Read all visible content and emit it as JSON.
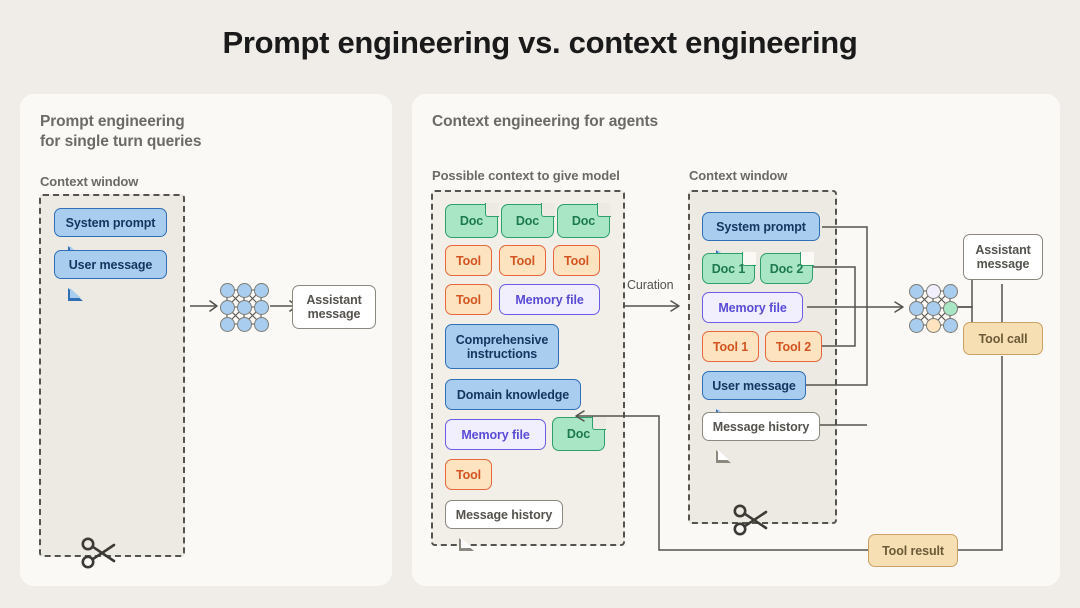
{
  "title": "Prompt engineering vs. context engineering",
  "colors": {
    "page_bg": "#f0ede8",
    "panel_bg": "#faf9f6",
    "dashed_border": "#55534d",
    "blue_fill": "#a9cdee",
    "blue_border": "#2f6fb5",
    "green_fill": "#a8e6c5",
    "green_border": "#2e9e6b",
    "orange_fill": "#fde3bf",
    "orange_border": "#e8663c",
    "purple_fill": "#f1effd",
    "purple_border": "#6b5ce7",
    "tan_fill": "#f7dfb4",
    "tan_border": "#c9a165",
    "wire": "#55534d"
  },
  "left_panel": {
    "title": "Prompt engineering\nfor single turn queries",
    "context_label": "Context window",
    "chips": [
      {
        "label": "System prompt",
        "style": "blue"
      },
      {
        "label": "User message",
        "style": "blue"
      }
    ],
    "output": {
      "label": "Assistant\nmessage",
      "style": "white"
    },
    "cut_icon": "scissors-icon"
  },
  "right_panel": {
    "title": "Context engineering for agents",
    "possible_context_label": "Possible context to give model",
    "context_window_label": "Context window",
    "curation_label": "Curation",
    "possible_context_chips": [
      {
        "label": "Doc",
        "style": "green"
      },
      {
        "label": "Doc",
        "style": "green"
      },
      {
        "label": "Doc",
        "style": "green"
      },
      {
        "label": "Tool",
        "style": "orange"
      },
      {
        "label": "Tool",
        "style": "orange"
      },
      {
        "label": "Tool",
        "style": "orange"
      },
      {
        "label": "Tool",
        "style": "orange"
      },
      {
        "label": "Memory file",
        "style": "purple"
      },
      {
        "label": "Comprehensive\ninstructions",
        "style": "blue"
      },
      {
        "label": "Domain knowledge",
        "style": "blue"
      },
      {
        "label": "Memory file",
        "style": "purple"
      },
      {
        "label": "Doc",
        "style": "green"
      },
      {
        "label": "Tool",
        "style": "orange"
      },
      {
        "label": "Message history",
        "style": "white"
      }
    ],
    "context_window_chips": [
      {
        "label": "System prompt",
        "style": "blue"
      },
      {
        "label": "Doc 1",
        "style": "green"
      },
      {
        "label": "Doc 2",
        "style": "green"
      },
      {
        "label": "Memory file",
        "style": "purple"
      },
      {
        "label": "Tool 1",
        "style": "orange"
      },
      {
        "label": "Tool 2",
        "style": "orange"
      },
      {
        "label": "User message",
        "style": "blue"
      },
      {
        "label": "Message history",
        "style": "white"
      }
    ],
    "outputs": [
      {
        "label": "Assistant\nmessage",
        "style": "white"
      },
      {
        "label": "Tool call",
        "style": "tan"
      },
      {
        "label": "Tool result",
        "style": "tan"
      }
    ],
    "cut_icon": "scissors-icon"
  }
}
